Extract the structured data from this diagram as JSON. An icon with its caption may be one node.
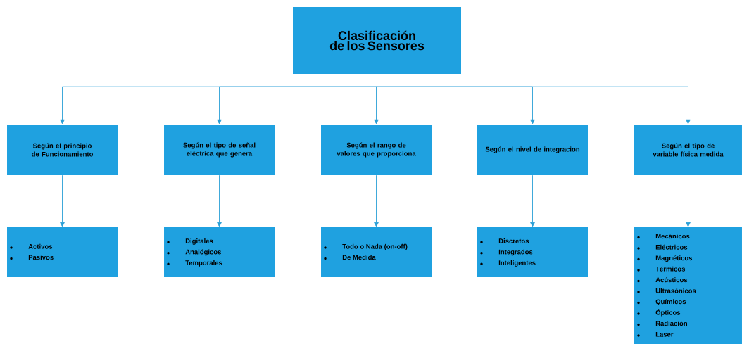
{
  "diagram": {
    "nodes": [
      {
        "text": [
          "Clasificación de los Sensores"
        ]
      },
      {
        "text": [
          "Según el principio de Funcionamiento"
        ]
      },
      {
        "text": [
          "Según el tipo de señal eléctrica que genera"
        ]
      },
      {
        "text": [
          "Según el rango de valores que proporciona"
        ]
      },
      {
        "text": [
          "Según el nivel de integracion"
        ]
      },
      {
        "text": [
          "Según el tipo de variable física medida"
        ]
      },
      {
        "text": [
          "Activos",
          "Pasivos"
        ]
      },
      {
        "text": [
          "Digitales",
          "Analógicos",
          "Temporales"
        ]
      },
      {
        "text": [
          "Todo o Nada (on-off)",
          "De Medida"
        ]
      },
      {
        "text": [
          "Discretos",
          "Integrados",
          "Inteligentes"
        ]
      },
      {
        "text": [
          "Mecánicos",
          "Eléctricos",
          "Magnéticos",
          "Térmicos",
          "Acústicos",
          "Ultrasónicos",
          "Químicos",
          "Ópticos",
          "Radiación",
          "Laser"
        ]
      }
    ],
    "edges": [
      {
        "from": 0,
        "to": 1,
        "arrow": "to"
      },
      {
        "from": 0,
        "to": 2,
        "arrow": "to"
      },
      {
        "from": 0,
        "to": 3,
        "arrow": "to"
      },
      {
        "from": 0,
        "to": 4,
        "arrow": "to"
      },
      {
        "from": 0,
        "to": 5,
        "arrow": "to"
      },
      {
        "from": 1,
        "to": 6,
        "arrow": "to"
      },
      {
        "from": 2,
        "to": 7,
        "arrow": "to"
      },
      {
        "from": 3,
        "to": 8,
        "arrow": "to"
      },
      {
        "from": 4,
        "to": 9,
        "arrow": "to"
      },
      {
        "from": 5,
        "to": 10,
        "arrow": "to"
      }
    ]
  }
}
